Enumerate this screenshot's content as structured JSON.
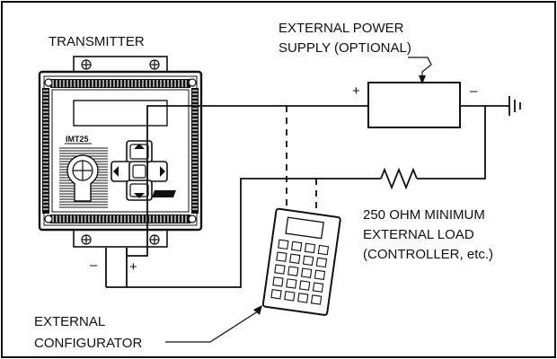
{
  "labels": {
    "transmitter": "TRANSMITTER",
    "power_line1": "EXTERNAL POWER",
    "power_line2": "SUPPLY (OPTIONAL)",
    "load_line1": "250 OHM MINIMUM",
    "load_line2": "EXTERNAL LOAD",
    "load_line3": "(CONTROLLER, etc.)",
    "config_line1": "EXTERNAL",
    "config_line2": "CONFIGURATOR",
    "model": "IMT25",
    "terminal_minus": "–",
    "terminal_plus": "+",
    "supply_plus": "+",
    "supply_minus": "–"
  },
  "colors": {
    "ink": "#111111",
    "background": "#ffffff"
  },
  "icons": [
    "ground-icon",
    "resistor-icon",
    "keypad-icon",
    "arrow-icon"
  ]
}
